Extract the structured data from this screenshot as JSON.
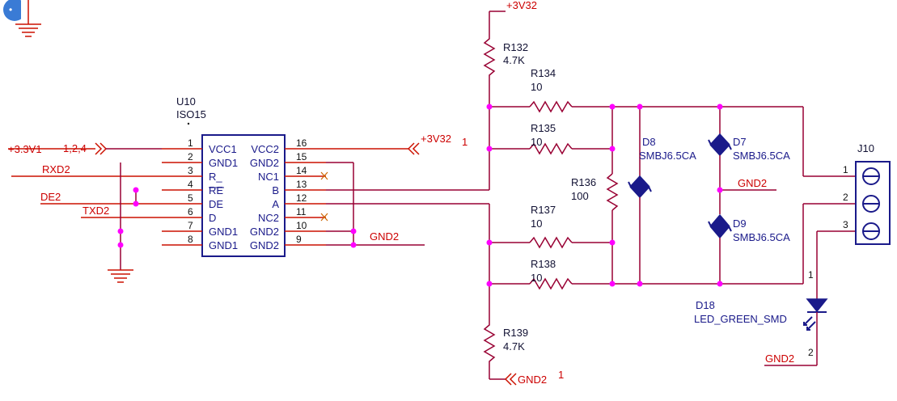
{
  "u10": {
    "ref": "U10",
    "value": "ISO15",
    "left_pin_numbers": [
      "1",
      "2",
      "3",
      "4",
      "5",
      "6",
      "7",
      "8"
    ],
    "left_pin_names": [
      "VCC1",
      "GND1",
      "R_",
      "RE",
      "DE",
      "D",
      "GND1",
      "GND1"
    ],
    "right_pin_numbers": [
      "16",
      "15",
      "14",
      "13",
      "12",
      "11",
      "10",
      "9"
    ],
    "right_pin_names": [
      "VCC2",
      "GND2",
      "NC1",
      "B",
      "A",
      "NC2",
      "GND2",
      "GND2"
    ]
  },
  "nets": {
    "v33_in": "+3.3V1",
    "v33_in_pins": "1,2,4",
    "rxd": "RXD2",
    "de": "DE2",
    "txd": "TXD2",
    "v332_a": "+3V32",
    "v332_a_pin": "1",
    "v332_b": "+3V32",
    "gnd2_u10": "GND2",
    "gnd2_div": "GND2",
    "gnd2_div_pin": "1",
    "gnd2_tvs": "GND2",
    "gnd2_led": "GND2"
  },
  "resistors": [
    {
      "ref": "R132",
      "value": "4.7K"
    },
    {
      "ref": "R134",
      "value": "10"
    },
    {
      "ref": "R135",
      "value": "10"
    },
    {
      "ref": "R136",
      "value": "100"
    },
    {
      "ref": "R137",
      "value": "10"
    },
    {
      "ref": "R138",
      "value": "10"
    },
    {
      "ref": "R139",
      "value": "4.7K"
    }
  ],
  "diodes": [
    {
      "ref": "D8",
      "value": "SMBJ6.5CA"
    },
    {
      "ref": "D7",
      "value": "SMBJ6.5CA"
    },
    {
      "ref": "D9",
      "value": "SMBJ6.5CA"
    },
    {
      "ref": "D18",
      "value": "LED_GREEN_SMD",
      "pin_top": "1",
      "pin_bottom": "2"
    }
  ],
  "j10": {
    "ref": "J10",
    "pins": [
      "1",
      "2",
      "3"
    ]
  },
  "colors": {
    "wire": "#990033",
    "component": "#1a1a8a",
    "net_label": "#cc0000",
    "junction": "#ff00ff",
    "badge": "#3a7bd5"
  }
}
